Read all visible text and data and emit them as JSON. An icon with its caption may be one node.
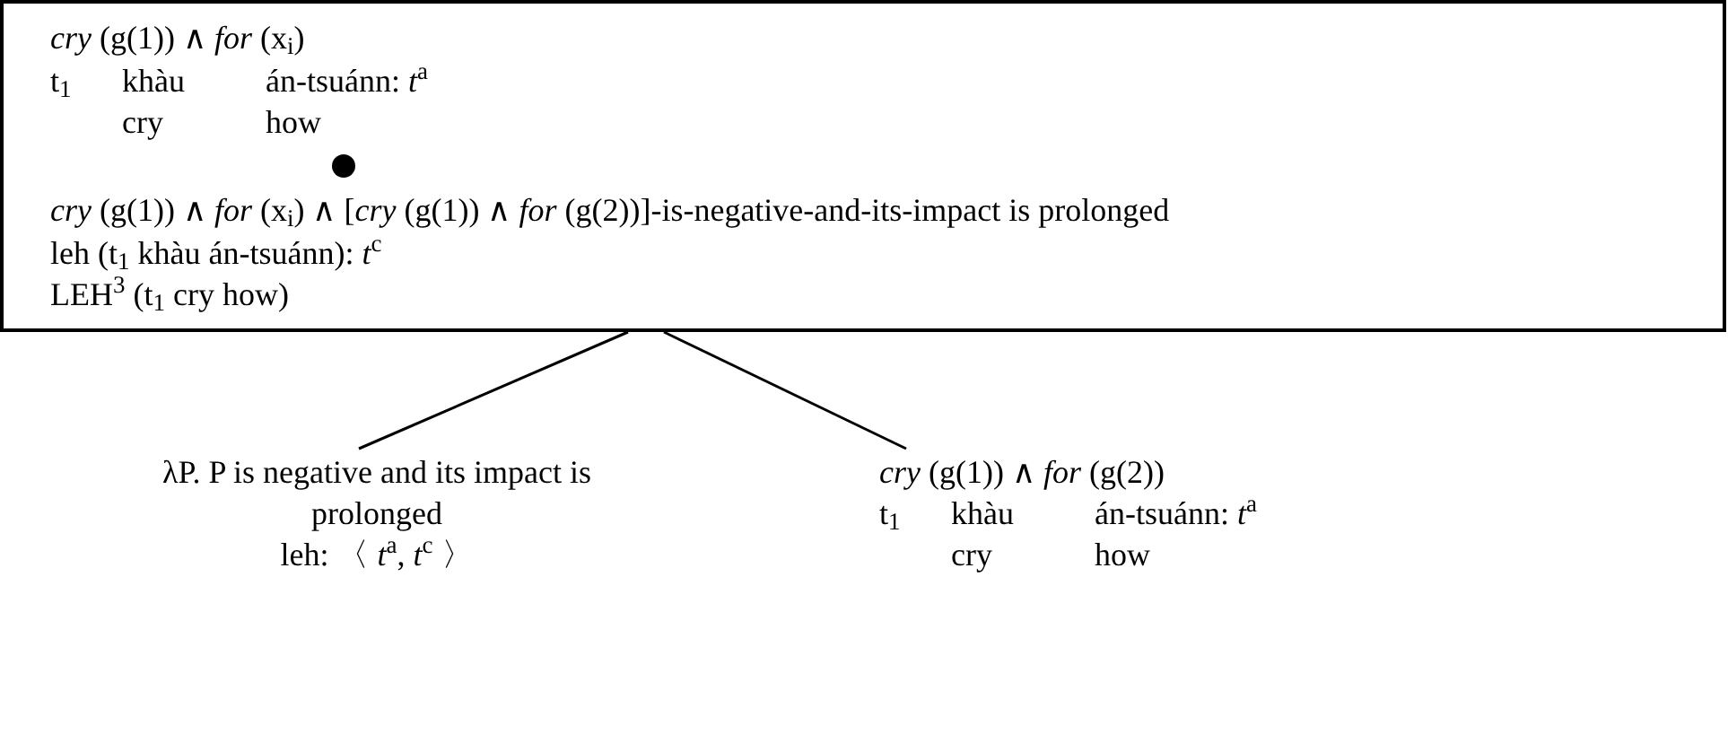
{
  "diagram": {
    "nodes": [
      {
        "text": [
          "*cry* (g(1)) ∧ *for* (x$_{i}$)",
          "t$_{1}$",
          "khàu",
          "án-tsuánn: *t*$^{a}$",
          "cry",
          "how",
          "*cry* (g(1)) ∧ *for* (x$_{i}$) ∧ [*cry* (g(1)) ∧ *for* (g(2))]-is-negative-and-its-impact is prolonged",
          "leh (t$_{1}$ khàu án-tsuánn): *t*$^{c}$",
          "LEH$^{3}$ (t$_{1}$ cry how)"
        ]
      },
      {
        "text": [
          "λP. P is negative and its impact is prolonged",
          "leh: 〈 *t*$^{a}$, *t*$^{c}$ 〉"
        ]
      },
      {
        "text": [
          "*cry* (g(1)) ∧ *for* (g(2))",
          "t$_{1}$",
          "khàu",
          "án-tsuánn: *t*$^{a}$",
          "cry",
          "how"
        ]
      }
    ],
    "edges": [
      {
        "from": 0,
        "to": 1,
        "arrow": "none"
      },
      {
        "from": 0,
        "to": 2,
        "arrow": "none"
      }
    ]
  }
}
